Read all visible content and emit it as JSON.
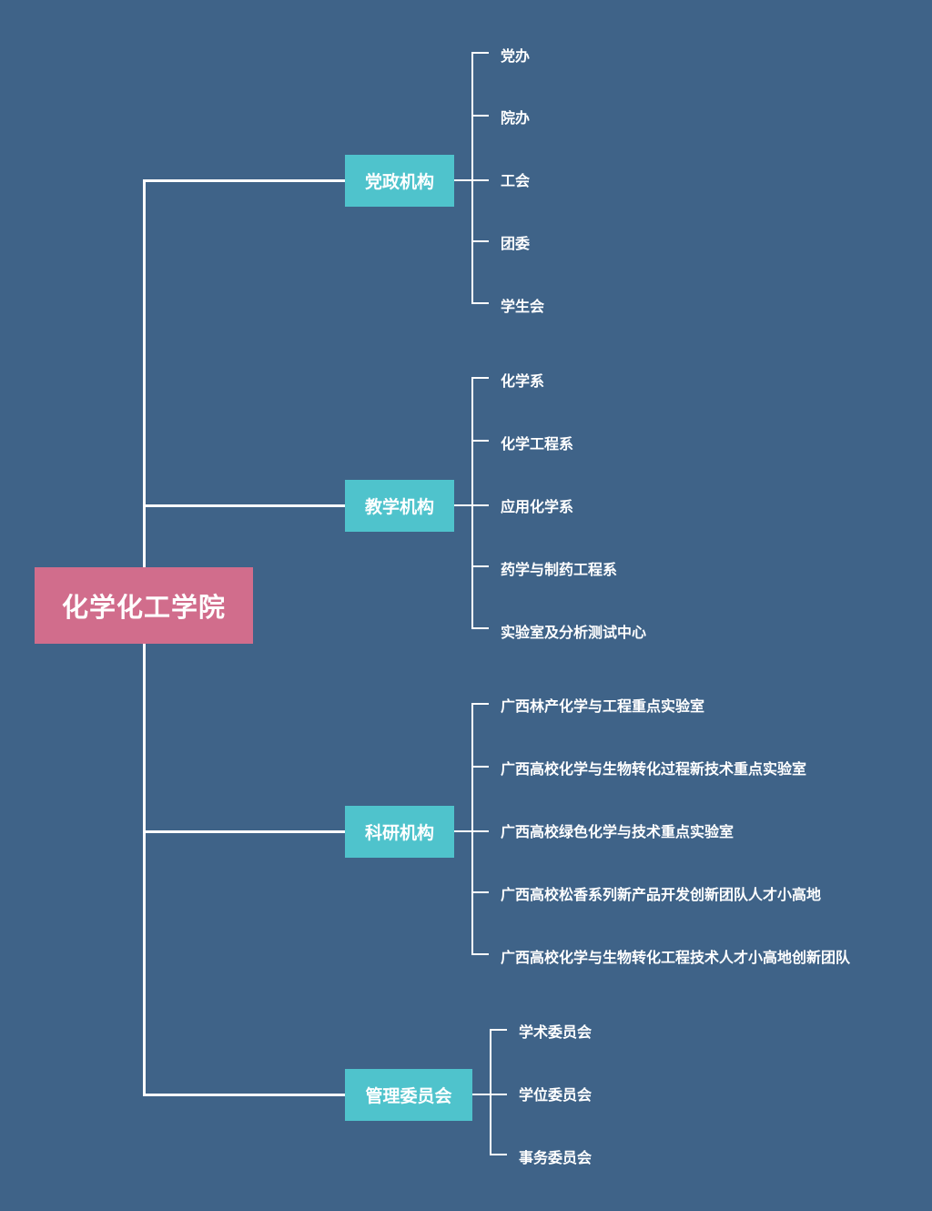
{
  "root": {
    "label": "化学化工学院",
    "color": "#d16d8c"
  },
  "branch_color": "#4fc3cc",
  "background": "#3f6388",
  "branches": [
    {
      "label": "党政机构",
      "children": [
        "党办",
        "院办",
        "工会",
        "团委",
        "学生会"
      ]
    },
    {
      "label": "教学机构",
      "children": [
        "化学系",
        "化学工程系",
        "应用化学系",
        "药学与制药工程系",
        "实验室及分析测试中心"
      ]
    },
    {
      "label": "科研机构",
      "children": [
        "广西林产化学与工程重点实验室",
        "广西高校化学与生物转化过程新技术重点实验室",
        "广西高校绿色化学与技术重点实验室",
        "广西高校松香系列新产品开发创新团队人才小高地",
        "广西高校化学与生物转化工程技术人才小高地创新团队"
      ]
    },
    {
      "label": "管理委员会",
      "children": [
        "学术委员会",
        "学位委员会",
        "事务委员会"
      ]
    }
  ]
}
